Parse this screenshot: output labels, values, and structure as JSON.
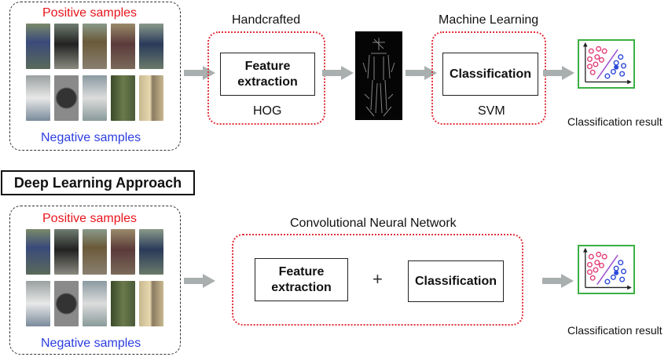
{
  "traditional": {
    "positive_label": "Positive samples",
    "negative_label": "Negative samples",
    "handcrafted_label": "Handcrafted",
    "feature_extraction": "Feature\nextraction",
    "hog_label": "HOG",
    "ml_label": "Machine Learning",
    "classification": "Classification",
    "svm_label": "SVM",
    "result_label": "Classification result"
  },
  "deep": {
    "title": "Deep Learning Approach",
    "positive_label": "Positive samples",
    "negative_label": "Negative samples",
    "cnn_label": "Convolutional Neural Network",
    "feature_extraction": "Feature\nextraction",
    "plus": "+",
    "classification": "Classification",
    "result_label": "Classification result"
  },
  "colors": {
    "positive_text": "#e8141c",
    "negative_text": "#2c3ee0",
    "dotted_border": "#e0303a",
    "arrow": "#a9aeae",
    "plot_border": "#3cb043",
    "pink_marker": "#e2407a",
    "blue_marker": "#2c4ad8",
    "divider_line": "#9b4fd0"
  },
  "icons": {
    "arrow": "right-arrow-icon",
    "hog_image": "hog-visualization-icon",
    "result_plot": "scatter-plot-icon"
  }
}
